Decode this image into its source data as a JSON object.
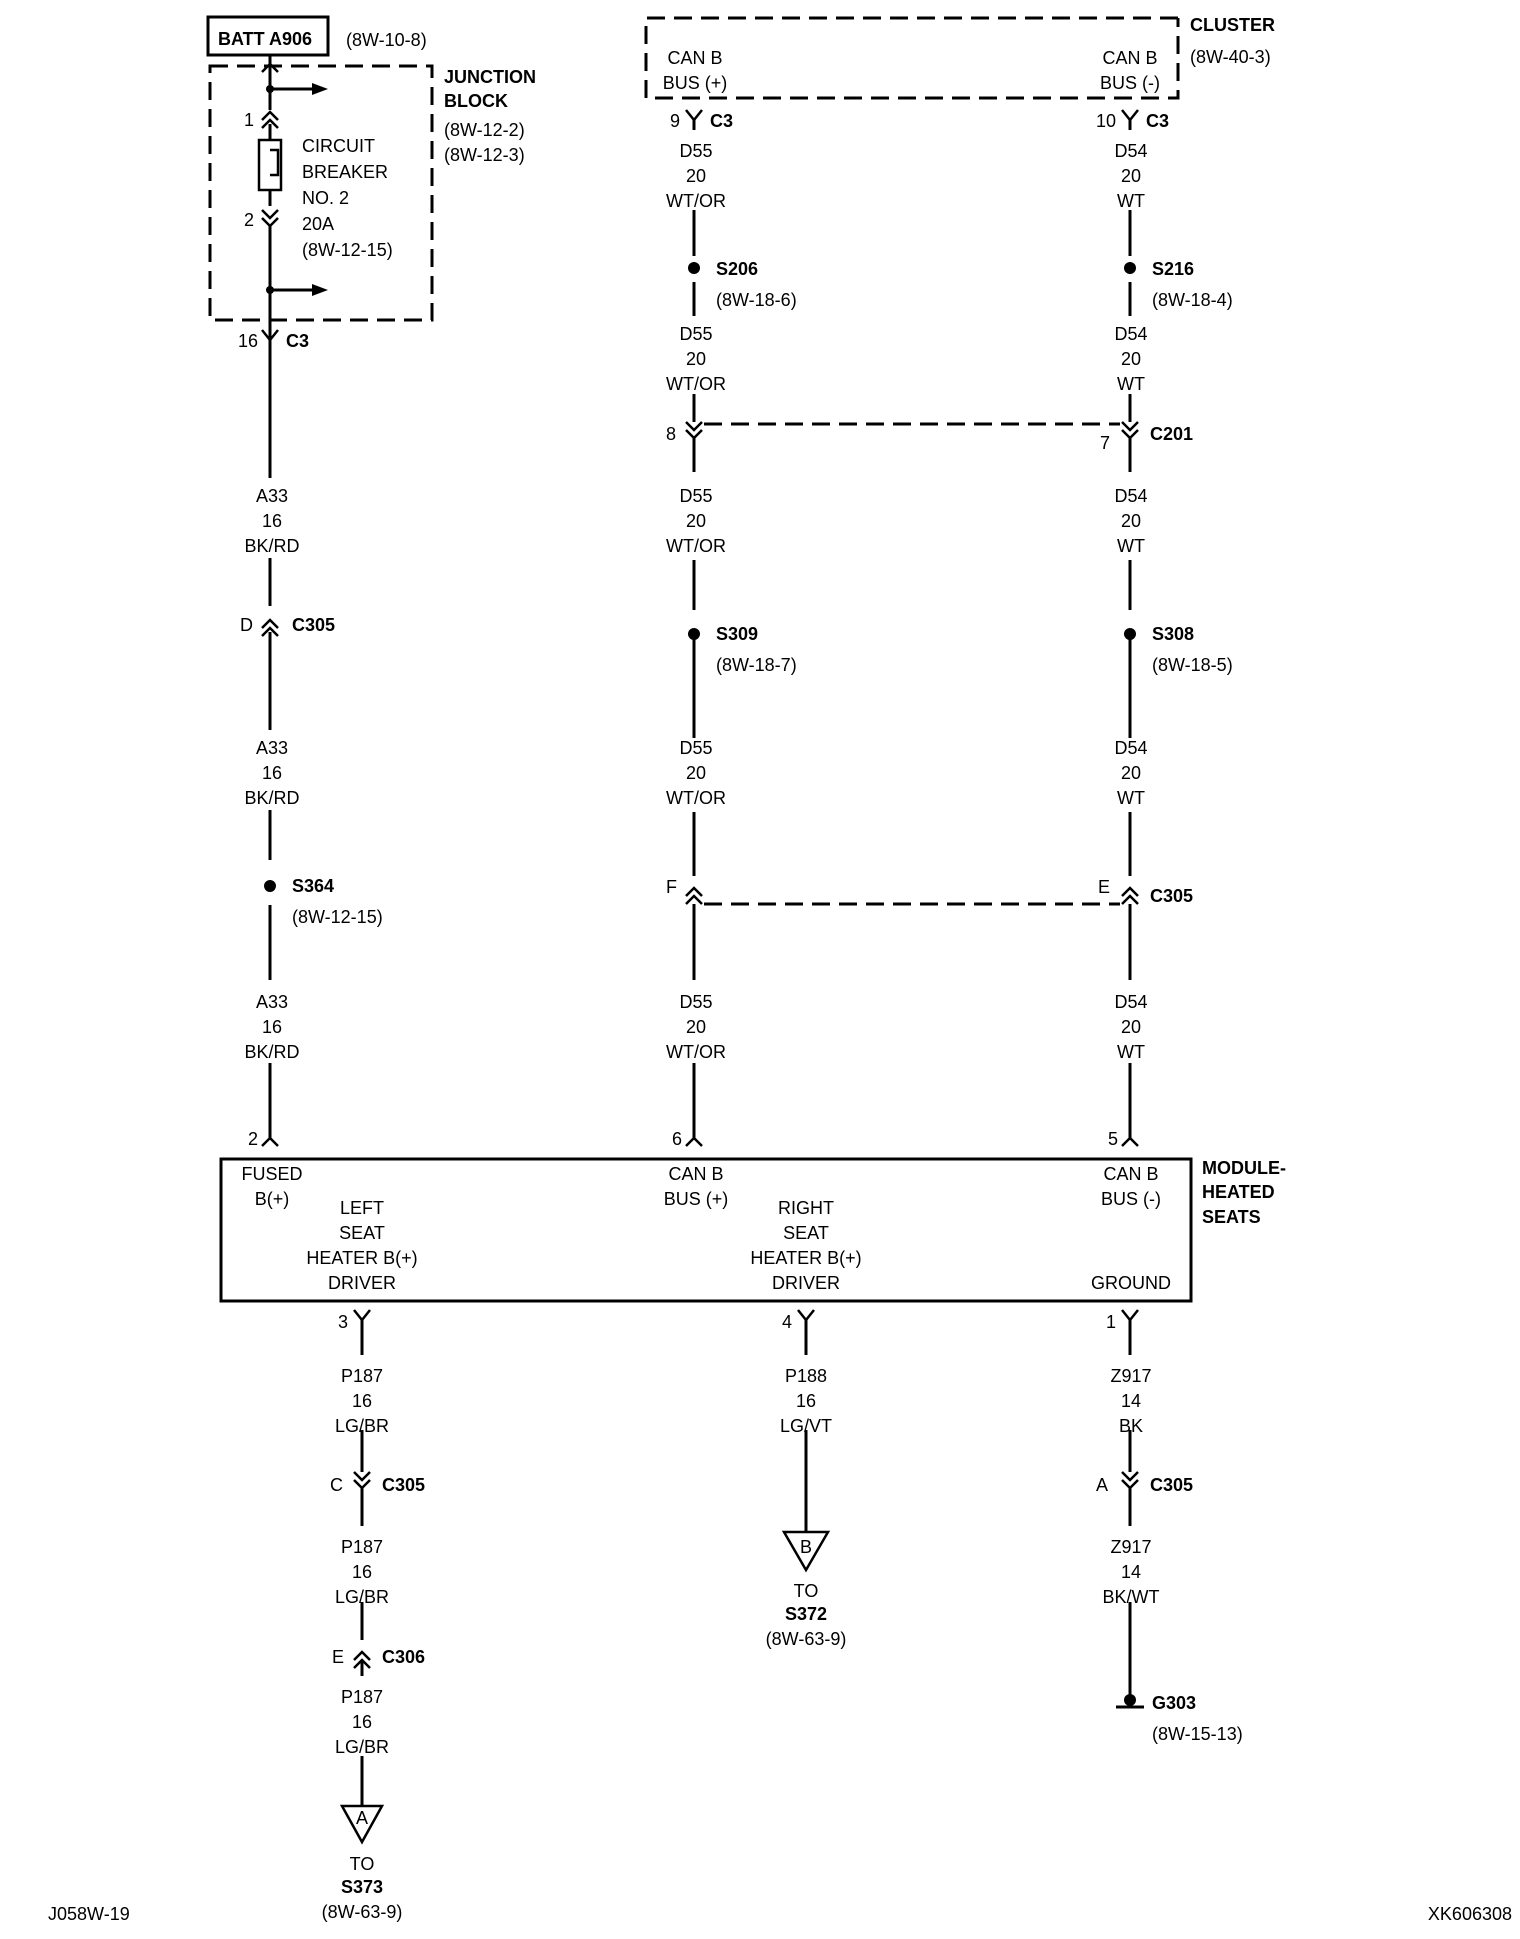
{
  "battery": {
    "label": "BATT A906",
    "ref": "(8W-10-8)"
  },
  "junction_block": {
    "title_1": "JUNCTION",
    "title_2": "BLOCK",
    "ref_1": "(8W-12-2)",
    "ref_2": "(8W-12-3)",
    "pin_in": "1",
    "pin_out": "2",
    "cb_1": "CIRCUIT",
    "cb_2": "BREAKER",
    "cb_3": "NO. 2",
    "cb_4": "20A",
    "cb_5": "(8W-12-15)"
  },
  "cluster": {
    "title": "CLUSTER",
    "ref": "(8W-40-3)",
    "pos_1": "CAN B",
    "pos_2": "BUS (+)",
    "neg_1": "CAN B",
    "neg_2": "BUS (-)"
  },
  "connectors": {
    "c3": "C3",
    "c201": "C201",
    "c305": "C305",
    "c306": "C306",
    "p16": "16",
    "p9": "9",
    "p10": "10",
    "p8": "8",
    "p7": "7",
    "pD": "D",
    "pF": "F",
    "pE": "E",
    "pC": "C",
    "pA": "A",
    "pE2": "E",
    "p2": "2",
    "p6": "6",
    "p5": "5",
    "p3": "3",
    "p4": "4",
    "p1": "1"
  },
  "wires": {
    "a33": {
      "id": "A33",
      "gauge": "16",
      "color": "BK/RD"
    },
    "d55": {
      "id": "D55",
      "gauge": "20",
      "color": "WT/OR"
    },
    "d54": {
      "id": "D54",
      "gauge": "20",
      "color": "WT"
    },
    "p187": {
      "id": "P187",
      "gauge": "16",
      "color": "LG/BR"
    },
    "p188": {
      "id": "P188",
      "gauge": "16",
      "color": "LG/VT"
    },
    "z917a": {
      "id": "Z917",
      "gauge": "14",
      "color": "BK"
    },
    "z917b": {
      "id": "Z917",
      "gauge": "14",
      "color": "BK/WT"
    }
  },
  "splices": {
    "s206": "S206",
    "s206_ref": "(8W-18-6)",
    "s216": "S216",
    "s216_ref": "(8W-18-4)",
    "s309": "S309",
    "s309_ref": "(8W-18-7)",
    "s308": "S308",
    "s308_ref": "(8W-18-5)",
    "s364": "S364",
    "s364_ref": "(8W-12-15)"
  },
  "module": {
    "title_1": "MODULE-",
    "title_2": "HEATED",
    "title_3": "SEATS",
    "fused_1": "FUSED",
    "fused_2": "B(+)",
    "canp_1": "CAN B",
    "canp_2": "BUS (+)",
    "cann_1": "CAN B",
    "cann_2": "BUS (-)",
    "left_1": "LEFT",
    "left_2": "SEAT",
    "left_3": "HEATER B(+)",
    "left_4": "DRIVER",
    "right_1": "RIGHT",
    "right_2": "SEAT",
    "right_3": "HEATER B(+)",
    "right_4": "DRIVER",
    "ground": "GROUND"
  },
  "offpage": {
    "a_letter": "A",
    "a_to": "TO",
    "a_dest": "S373",
    "a_ref": "(8W-63-9)",
    "b_letter": "B",
    "b_to": "TO",
    "b_dest": "S372",
    "b_ref": "(8W-63-9)"
  },
  "ground_pt": {
    "label": "G303",
    "ref": "(8W-15-13)"
  },
  "footer": {
    "left": "J058W-19",
    "right": "XK606308"
  }
}
